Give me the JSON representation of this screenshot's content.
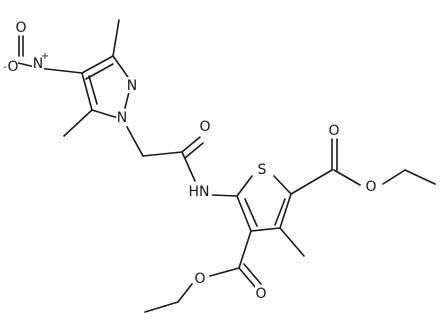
{
  "molecule": {
    "atom_labels": {
      "nitro_n": "N",
      "nitro_plus": "+",
      "nitro_o_top": "O",
      "nitro_o_left": "O",
      "nitro_minus": "-",
      "pyrazole_n2": "N",
      "pyrazole_n1": "N",
      "carbonyl_o": "O",
      "amide_nh": "HN",
      "thiophene_s": "S",
      "ester_right_o_dbl": "O",
      "ester_right_o": "O",
      "ester_bottom_o_dbl": "O",
      "ester_bottom_o": "O"
    },
    "colors": {
      "bond": "#1a1a1a",
      "background": "#ffffff"
    }
  }
}
